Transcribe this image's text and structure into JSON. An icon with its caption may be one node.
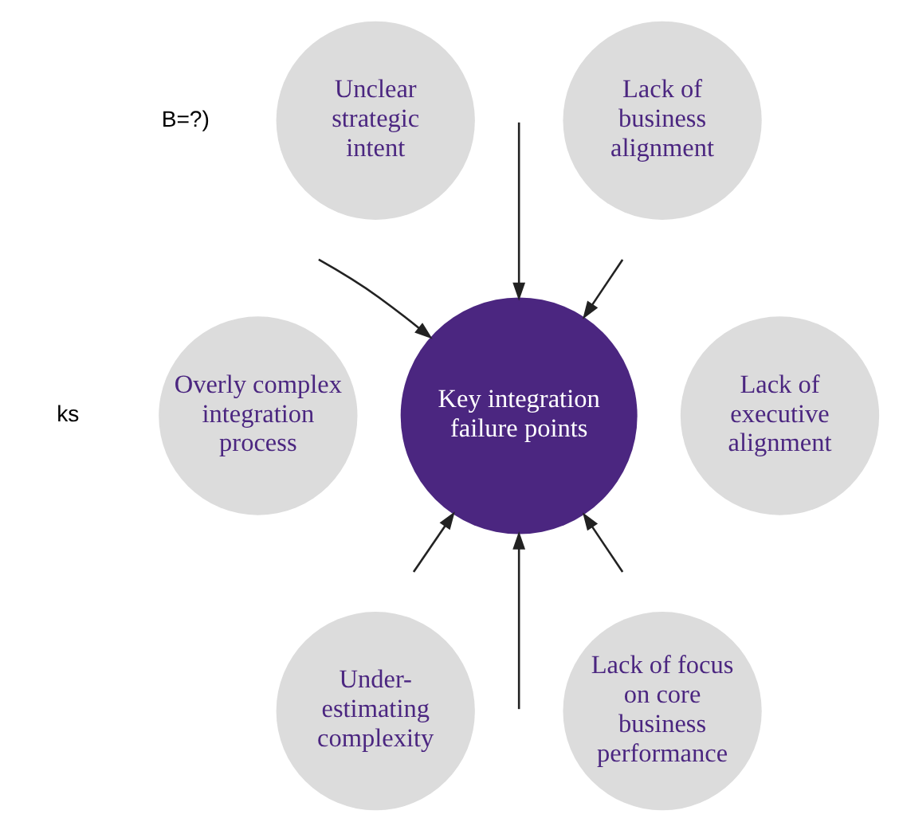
{
  "diagram": {
    "nodes": [
      {
        "text": [
          "Unclear strategic intent"
        ]
      },
      {
        "text": [
          "Lack of business alignment"
        ]
      },
      {
        "text": [
          "Overly complex integration process"
        ]
      },
      {
        "text": [
          "Key integration failure points"
        ]
      },
      {
        "text": [
          "Lack of executive alignment"
        ]
      },
      {
        "text": [
          "Under- estimating complexity"
        ]
      },
      {
        "text": [
          "Lack of focus on core business performance"
        ]
      }
    ],
    "edges": [
      {
        "from": null,
        "to": 3,
        "arrow": "to"
      },
      {
        "from": null,
        "to": 3,
        "arrow": "to"
      },
      {
        "from": null,
        "to": 3,
        "arrow": "to"
      },
      {
        "from": null,
        "to": 3,
        "arrow": "to"
      },
      {
        "from": null,
        "to": 3,
        "arrow": "to"
      },
      {
        "from": null,
        "to": 3,
        "arrow": "to"
      }
    ],
    "labels": [
      "B=?)",
      "ks"
    ]
  }
}
